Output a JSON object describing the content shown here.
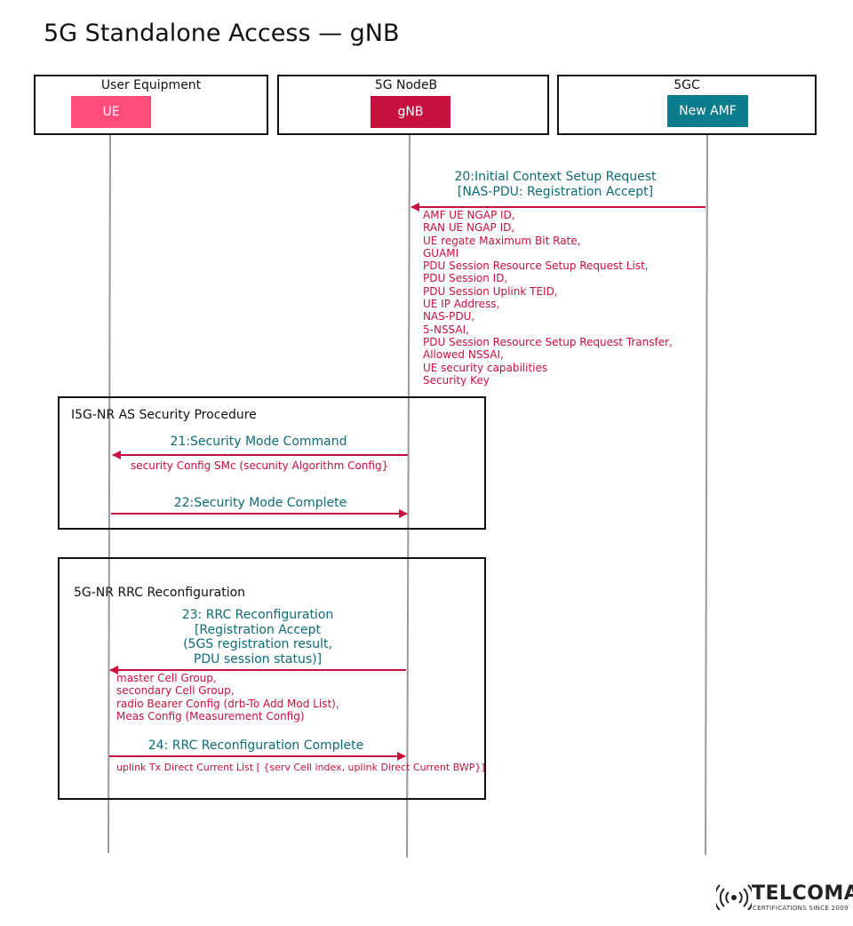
{
  "title": "5G Standalone Access — gNB",
  "entities": [
    {
      "label": "User Equipment",
      "node": "UE",
      "node_color": "#ff4d79"
    },
    {
      "label": "5G NodeB",
      "node": "gNB",
      "node_color": "#c8103e"
    },
    {
      "label": "5GC",
      "node": "New AMF",
      "node_color": "#0b7d8c"
    }
  ],
  "msg20": {
    "lines": [
      "20:Initial Context Setup Request",
      "[NAS-PDU: Registration Accept]"
    ],
    "params": [
      "AMF UE NGAP ID,",
      "RAN UE NGAP ID,",
      "UE regate Maximum Bit Rate,",
      "GUAMI",
      "PDU Session Resource Setup Request List,",
      "PDU Session ID,",
      "PDU Session Uplink TEID,",
      "UE IP Address,",
      "NAS-PDU,",
      "5-NSSAI,",
      "PDU Session Resource Setup Request Transfer,",
      "Allowed NSSAI,",
      "UE security capabilities",
      "Security Key"
    ]
  },
  "frame_security": {
    "label": "I5G-NR AS Security Procedure",
    "msg21": "21:Security Mode Command",
    "msg21_param": "security Config SMc (secunity Algorithm Config}",
    "msg22": "22:Security Mode Complete"
  },
  "frame_rrc": {
    "label": "5G-NR RRC Reconfiguration",
    "msg23": [
      "23: RRC Reconfiguration",
      "[Registration Accept",
      "(5GS registration result,",
      "PDU session status)]"
    ],
    "msg23_params": [
      "master Cell Group,",
      "secondary Cell Group,",
      "radio Bearer Config (drb-To Add Mod List),",
      "Meas Config (Measurement Config)"
    ],
    "msg24": "24: RRC Reconfiguration Complete",
    "msg24_param": "uplink Tx Direct Current List [ {serv Cell index, uplink Direct Current BWP}]"
  },
  "logo": {
    "name": "TELCOMA",
    "tagline": "CERTIFICATIONS SINCE 2009"
  },
  "colors": {
    "arrow": "#c8103e",
    "message_text": "#0d6b75",
    "param_text": "#c8103e",
    "lifeline": "#9a9a9a"
  }
}
